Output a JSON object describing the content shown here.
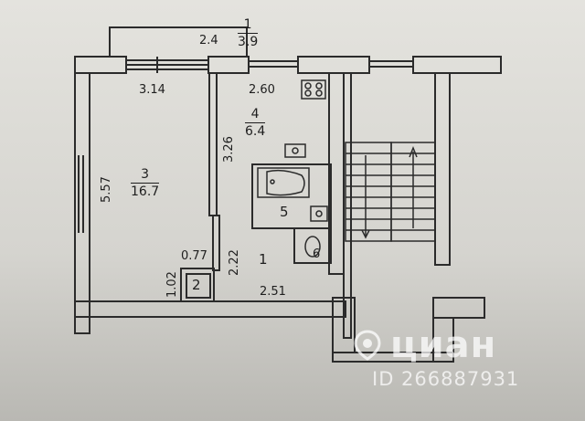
{
  "rooms": [
    {
      "num": "1",
      "area": "3.9"
    },
    {
      "num": "3",
      "area": "16.7"
    },
    {
      "num": "4",
      "area": "6.4"
    },
    {
      "num": "5"
    },
    {
      "num": "6"
    },
    {
      "num": "2"
    },
    {
      "num": "1"
    }
  ],
  "dimensions": {
    "balcony": "2.4",
    "room3_width": "3.14",
    "room3_length": "5.57",
    "kitchen_width": "2.60",
    "kitchen_length": "3.26",
    "hall_length": "2.22",
    "hall_width": "2.51",
    "closet_width": "0.77",
    "closet_length": "1.02"
  },
  "watermark": {
    "brand": "циан",
    "id_text": "ID 266887931"
  },
  "colors": {
    "wall": "#2b2b2b",
    "paper": "#e4e3de",
    "watermark": "#ffffff"
  },
  "icons": {
    "watermark": "location-pin-icon"
  }
}
